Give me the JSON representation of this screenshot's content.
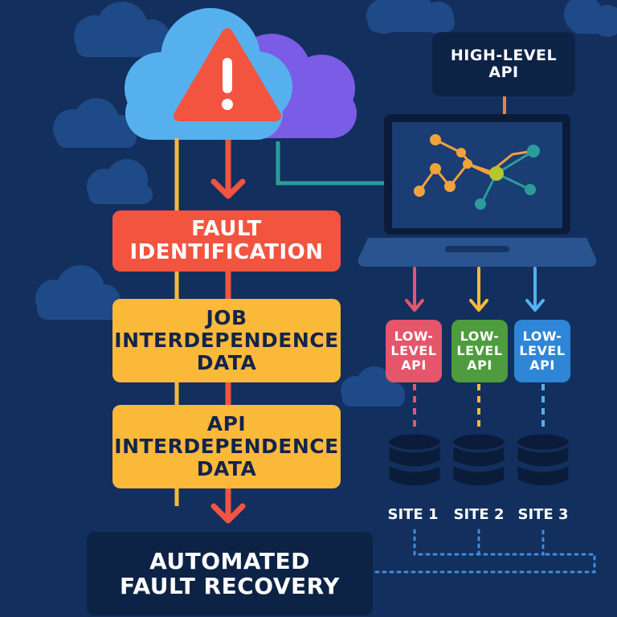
{
  "fault_box": {
    "line1": "FAULT",
    "line2": "IDENTIFICATION"
  },
  "job_box": {
    "line1": "JOB",
    "line2": "INTERDEPENDENCE",
    "line3": "DATA"
  },
  "api_box": {
    "line1": "API",
    "line2": "INTERDEPENDENCE",
    "line3": "DATA"
  },
  "recovery_box": {
    "line1": "AUTOMATED",
    "line2": "FAULT RECOVERY"
  },
  "high_level_api": {
    "line1": "HIGH-LEVEL",
    "line2": "API"
  },
  "low_level_apis": [
    {
      "line1": "LOW-",
      "line2": "LEVEL",
      "line3": "API",
      "color": "#e5566b"
    },
    {
      "line1": "LOW-",
      "line2": "LEVEL",
      "line3": "API",
      "color": "#4e9c3e"
    },
    {
      "line1": "LOW-",
      "line2": "LEVEL",
      "line3": "API",
      "color": "#2f86d6"
    }
  ],
  "sites": [
    "SITE 1",
    "SITE 2",
    "SITE 3"
  ],
  "icons": [
    "cloud-icon",
    "warning-icon",
    "laptop-icon",
    "graph-icon",
    "database-icon"
  ],
  "colors": {
    "background": "#132f5e",
    "fault": "#f25440",
    "data": "#fbb93a",
    "dark": "#0d2346",
    "teal": "#2a9d9a"
  }
}
